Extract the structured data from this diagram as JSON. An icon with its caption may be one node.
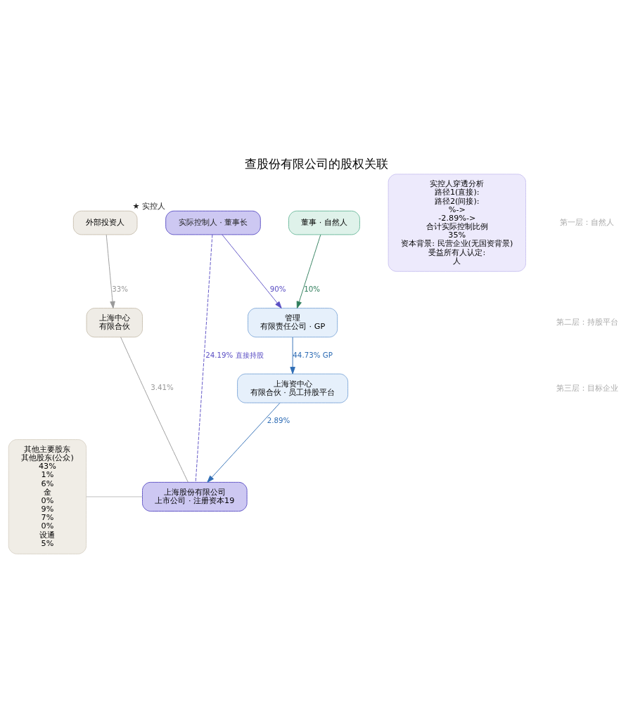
{
  "diagram": {
    "title": "查股份有限公司的股权关联",
    "nodes": [
      {
        "text": [
          "外部投资人"
        ]
      },
      {
        "text": [
          "实际控制人 · 董事长"
        ],
        "beside": [
          "★ 实控人"
        ]
      },
      {
        "text": [
          "董事 · 自然人"
        ]
      },
      {
        "text": [
          "上海中心",
          "有限合伙"
        ]
      },
      {
        "text": [
          "管理",
          "有限责任公司 · GP"
        ]
      },
      {
        "text": [
          "上海资中心",
          "有限合伙 · 员工持股平台"
        ]
      },
      {
        "text": [
          "上海股份有限公司",
          "上市公司 · 注册资本19"
        ]
      },
      {
        "text": [
          "其他主要股东",
          "其他股东(公众)",
          "43%",
          "1%",
          "6%",
          "金",
          "0%",
          "9%",
          "7%",
          "0%",
          "设通",
          "5%"
        ]
      },
      {
        "text": [
          "实控人穿透分析",
          "路径1(直接):",
          "路径2(间接):",
          "%->",
          "-2.89%->",
          "合计实际控制比例",
          "35%",
          "资本背景: 民营企业(无国资背景)",
          "受益所有人认定:",
          "人"
        ]
      }
    ],
    "edges": [
      {
        "from": 0,
        "to": 3,
        "arrow": "to",
        "label": "33%",
        "color": "#999999"
      },
      {
        "from": 1,
        "to": 4,
        "arrow": "to",
        "label": "90%",
        "color": "#5b4fc4"
      },
      {
        "from": 2,
        "to": 4,
        "arrow": "to",
        "label": "10%",
        "color": "#2e7d5b"
      },
      {
        "from": 1,
        "to": 6,
        "arrow": "none",
        "label": "24.19% 直接持股",
        "style": "dashed",
        "color": "#5b4fc4"
      },
      {
        "from": 4,
        "to": 5,
        "arrow": "to",
        "label": "44.73% GP",
        "color": "#2f6db5"
      },
      {
        "from": 3,
        "to": 6,
        "arrow": "none",
        "label": "3.41%",
        "color": "#999999"
      },
      {
        "from": 5,
        "to": 6,
        "arrow": "to",
        "label": "2.89%",
        "color": "#2f6db5"
      },
      {
        "from": 7,
        "to": 6,
        "arrow": "none",
        "color": "#bbbbbb"
      }
    ],
    "labels": [
      "第一层：自然人",
      "第二层：持股平台",
      "第三层：目标企业"
    ]
  }
}
